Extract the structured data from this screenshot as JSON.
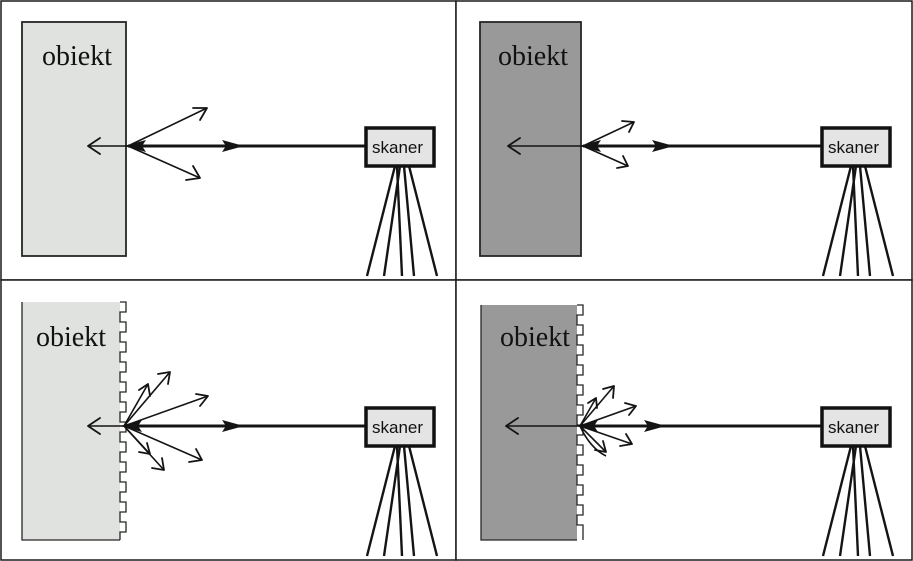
{
  "diagram": {
    "panels": [
      {
        "id": "smooth-light",
        "object_label": "obiekt",
        "scanner_label": "skaner",
        "surface": "smooth",
        "object_color": "#e0e2df"
      },
      {
        "id": "smooth-dark",
        "object_label": "obiekt",
        "scanner_label": "skaner",
        "surface": "smooth",
        "object_color": "#999999"
      },
      {
        "id": "rough-light",
        "object_label": "obiekt",
        "scanner_label": "skaner",
        "surface": "rough",
        "object_color": "#e0e2df"
      },
      {
        "id": "rough-dark",
        "object_label": "obiekt",
        "scanner_label": "skaner",
        "surface": "rough",
        "object_color": "#999999"
      }
    ]
  }
}
